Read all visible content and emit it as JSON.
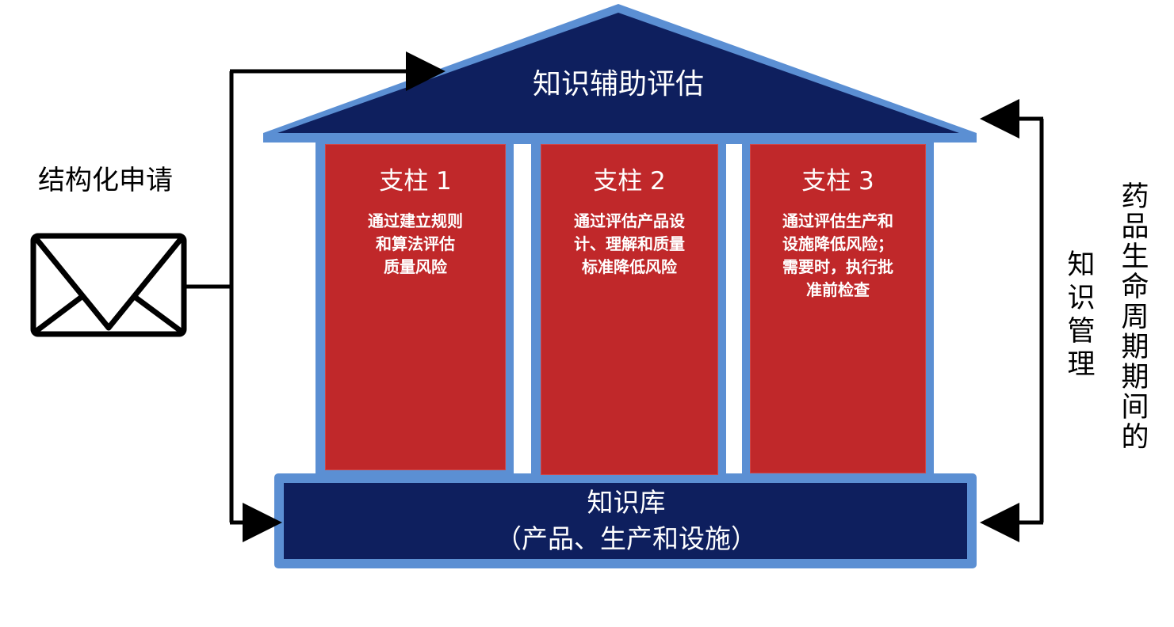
{
  "roof": {
    "title": "知识辅助评估"
  },
  "pillars": [
    {
      "title": "支柱 1",
      "lines": [
        "通过建立规则",
        "和算法评估",
        "质量风险"
      ]
    },
    {
      "title": "支柱 2",
      "lines": [
        "通过评估产品设",
        "计、理解和质量",
        "标准降低风险"
      ]
    },
    {
      "title": "支柱 3",
      "lines": [
        "通过评估生产和",
        "设施降低风险；",
        "需要时，执行批",
        "准前检查"
      ]
    }
  ],
  "base": {
    "line1": "知识库",
    "line2": "（产品、生产和设施）"
  },
  "left": {
    "label": "结构化申请",
    "icon": "envelope-icon"
  },
  "right": {
    "inner_chars": [
      "知",
      "识",
      "管",
      "理"
    ],
    "outer_chars": [
      "药",
      "品",
      "生",
      "命",
      "周",
      "期",
      "期",
      "间",
      "的"
    ]
  },
  "colors": {
    "navy": "#0e1f5e",
    "border_blue": "#5b8fd3",
    "red": "#c0282a"
  }
}
